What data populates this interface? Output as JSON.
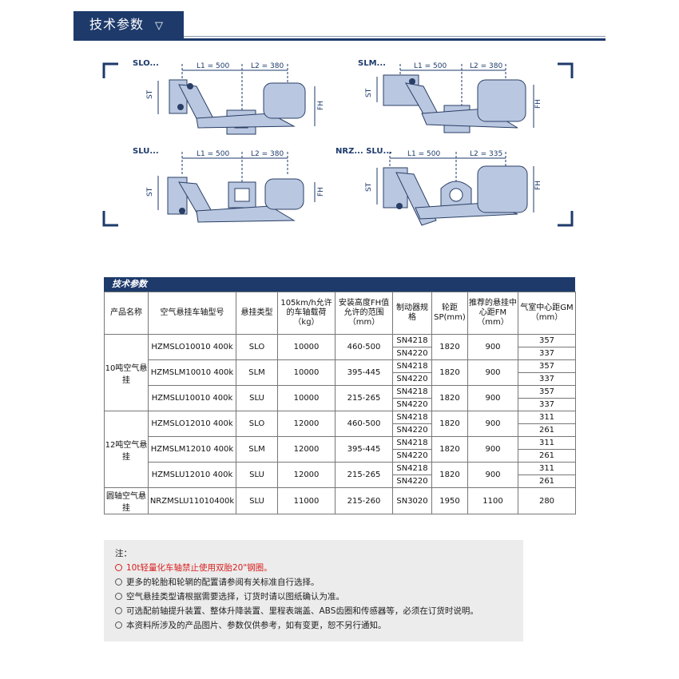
{
  "header": {
    "title": "技术参数",
    "arrow": "▽"
  },
  "diagrams": [
    {
      "code": "SLO...",
      "l1": "L1 = 500",
      "l2": "L2 = 380",
      "st": "ST",
      "fh": "FH"
    },
    {
      "code": "SLM...",
      "l1": "L1 = 500",
      "l2": "L2 = 380",
      "st": "ST",
      "fh": "FH"
    },
    {
      "code": "SLU...",
      "l1": "L1 = 500",
      "l2": "L2 = 380",
      "st": "ST",
      "fh": "FH"
    },
    {
      "code": "NRZ... SLU...",
      "l1": "L1 = 500",
      "l2": "L2 = 335",
      "st": "ST",
      "fh": "FH"
    }
  ],
  "table": {
    "title": "技术参数",
    "headers": [
      "产品名称",
      "空气悬挂车轴型号",
      "悬挂类型",
      "105km/h允许的车轴载荷（kg）",
      "安装高度FH值允许的范围（mm）",
      "制动器规格",
      "轮距SP(mm)",
      "推荐的悬挂中心距FM（mm）",
      "气室中心距GM（mm）"
    ],
    "groups": [
      {
        "name": "10吨空气悬挂",
        "rows": [
          {
            "model": "HZMSLO10010 400k",
            "type": "SLO",
            "load": "10000",
            "fh": "460-500",
            "brakes": [
              "SN4218",
              "SN4220"
            ],
            "sp": "1820",
            "fm": "900",
            "gm": [
              "357",
              "337"
            ]
          },
          {
            "model": "HZMSLM10010 400k",
            "type": "SLM",
            "load": "10000",
            "fh": "395-445",
            "brakes": [
              "SN4218",
              "SN4220"
            ],
            "sp": "1820",
            "fm": "900",
            "gm": [
              "357",
              "337"
            ]
          },
          {
            "model": "HZMSLU10010 400k",
            "type": "SLU",
            "load": "10000",
            "fh": "215-265",
            "brakes": [
              "SN4218",
              "SN4220"
            ],
            "sp": "1820",
            "fm": "900",
            "gm": [
              "357",
              "337"
            ]
          }
        ]
      },
      {
        "name": "12吨空气悬挂",
        "rows": [
          {
            "model": "HZMSLO12010 400k",
            "type": "SLO",
            "load": "12000",
            "fh": "460-500",
            "brakes": [
              "SN4218",
              "SN4220"
            ],
            "sp": "1820",
            "fm": "900",
            "gm": [
              "311",
              "261"
            ]
          },
          {
            "model": "HZMSLM12010 400k",
            "type": "SLM",
            "load": "12000",
            "fh": "395-445",
            "brakes": [
              "SN4218",
              "SN4220"
            ],
            "sp": "1820",
            "fm": "900",
            "gm": [
              "311",
              "261"
            ]
          },
          {
            "model": "HZMSLU12010 400k",
            "type": "SLU",
            "load": "12000",
            "fh": "215-265",
            "brakes": [
              "SN4218",
              "SN4220"
            ],
            "sp": "1820",
            "fm": "900",
            "gm": [
              "311",
              "261"
            ]
          }
        ]
      },
      {
        "name": "圆轴空气悬挂",
        "rows": [
          {
            "model": "NRZMSLU11010400k",
            "type": "SLU",
            "load": "11000",
            "fh": "215-260",
            "brakes": [
              "SN3020"
            ],
            "sp": "1950",
            "fm": "1100",
            "gm": [
              "280"
            ]
          }
        ]
      }
    ]
  },
  "notes": {
    "title": "注：",
    "items": [
      {
        "text": "10t轻量化车轴禁止使用双胎20\"钢圈。",
        "highlight": true
      },
      {
        "text": "更多的轮胎和轮辋的配置请参阅有关标准自行选择。",
        "highlight": false
      },
      {
        "text": "空气悬挂类型请根据需要选择，订货时请以图纸确认为准。",
        "highlight": false
      },
      {
        "text": "可选配前轴提升装置、整体升降装置、里程表端盖、ABS齿圈和传感器等，必须在订货时说明。",
        "highlight": false
      },
      {
        "text": "本资料所涉及的产品图片、参数仅供参考，如有变更，恕不另行通知。",
        "highlight": false
      }
    ]
  },
  "colors": {
    "navy": "#1d3a6b",
    "part": "#b9c7e0",
    "dim": "#1d3a6b",
    "red": "#d81e1e",
    "note_bg": "#ececec"
  }
}
